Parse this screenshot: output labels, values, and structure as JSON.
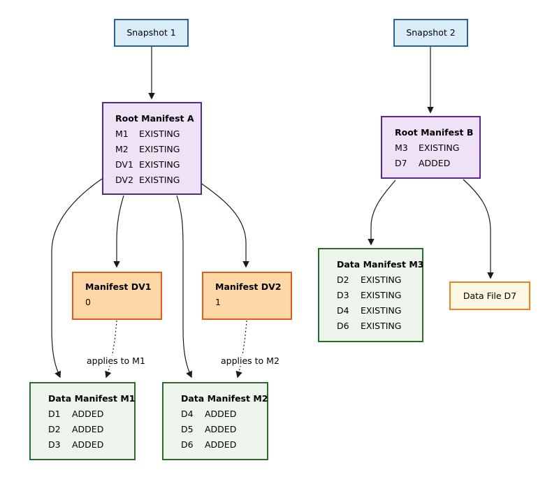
{
  "boxes": {
    "snapshot1": {
      "title": "Snapshot 1"
    },
    "snapshot2": {
      "title": "Snapshot 2"
    },
    "root_a": {
      "title": "Root Manifest A",
      "rows": [
        {
          "name": "M1",
          "status": "EXISTING"
        },
        {
          "name": "M2",
          "status": "EXISTING"
        },
        {
          "name": "DV1",
          "status": "EXISTING"
        },
        {
          "name": "DV2",
          "status": "EXISTING"
        }
      ]
    },
    "root_b": {
      "title": "Root Manifest B",
      "rows": [
        {
          "name": "M3",
          "status": "EXISTING"
        },
        {
          "name": "D7",
          "status": "ADDED"
        }
      ]
    },
    "dv1": {
      "title": "Manifest DV1",
      "value": "0"
    },
    "dv2": {
      "title": "Manifest DV2",
      "value": "1"
    },
    "m1": {
      "title": "Data Manifest M1",
      "rows": [
        {
          "name": "D1",
          "status": "ADDED"
        },
        {
          "name": "D2",
          "status": "ADDED"
        },
        {
          "name": "D3",
          "status": "ADDED"
        }
      ]
    },
    "m2": {
      "title": "Data Manifest M2",
      "rows": [
        {
          "name": "D4",
          "status": "ADDED"
        },
        {
          "name": "D5",
          "status": "ADDED"
        },
        {
          "name": "D6",
          "status": "ADDED"
        }
      ]
    },
    "m3": {
      "title": "Data Manifest M3",
      "rows": [
        {
          "name": "D2",
          "status": "EXISTING"
        },
        {
          "name": "D3",
          "status": "EXISTING"
        },
        {
          "name": "D4",
          "status": "EXISTING"
        },
        {
          "name": "D6",
          "status": "EXISTING"
        }
      ]
    },
    "d7": {
      "title": "Data File D7"
    }
  },
  "edges": [
    {
      "from": "snapshot1",
      "to": "root_a",
      "style": "solid"
    },
    {
      "from": "root_a",
      "to": "m1",
      "style": "solid"
    },
    {
      "from": "root_a",
      "to": "dv1",
      "style": "solid"
    },
    {
      "from": "root_a",
      "to": "m2",
      "style": "solid"
    },
    {
      "from": "root_a",
      "to": "dv2",
      "style": "solid"
    },
    {
      "from": "dv1",
      "to": "m1",
      "style": "dotted",
      "label": "applies to M1"
    },
    {
      "from": "dv2",
      "to": "m2",
      "style": "dotted",
      "label": "applies to M2"
    },
    {
      "from": "snapshot2",
      "to": "root_b",
      "style": "solid"
    },
    {
      "from": "root_b",
      "to": "m3",
      "style": "solid"
    },
    {
      "from": "root_b",
      "to": "d7",
      "style": "solid"
    }
  ],
  "colors": {
    "snapshot_fill": "#d9edf9",
    "snapshot_border": "#2a5f9e",
    "root_manifest_fill": "#efe2f7",
    "root_manifest_border": "#55298f",
    "dv_manifest_fill": "#fdd8a6",
    "dv_manifest_border": "#e45c1c",
    "data_manifest_fill": "#edf5ed",
    "data_manifest_border": "#2d6b2d",
    "data_file_fill": "#fdf8e4",
    "data_file_border": "#f0811f",
    "edge_stroke": "#1a1a1a"
  }
}
